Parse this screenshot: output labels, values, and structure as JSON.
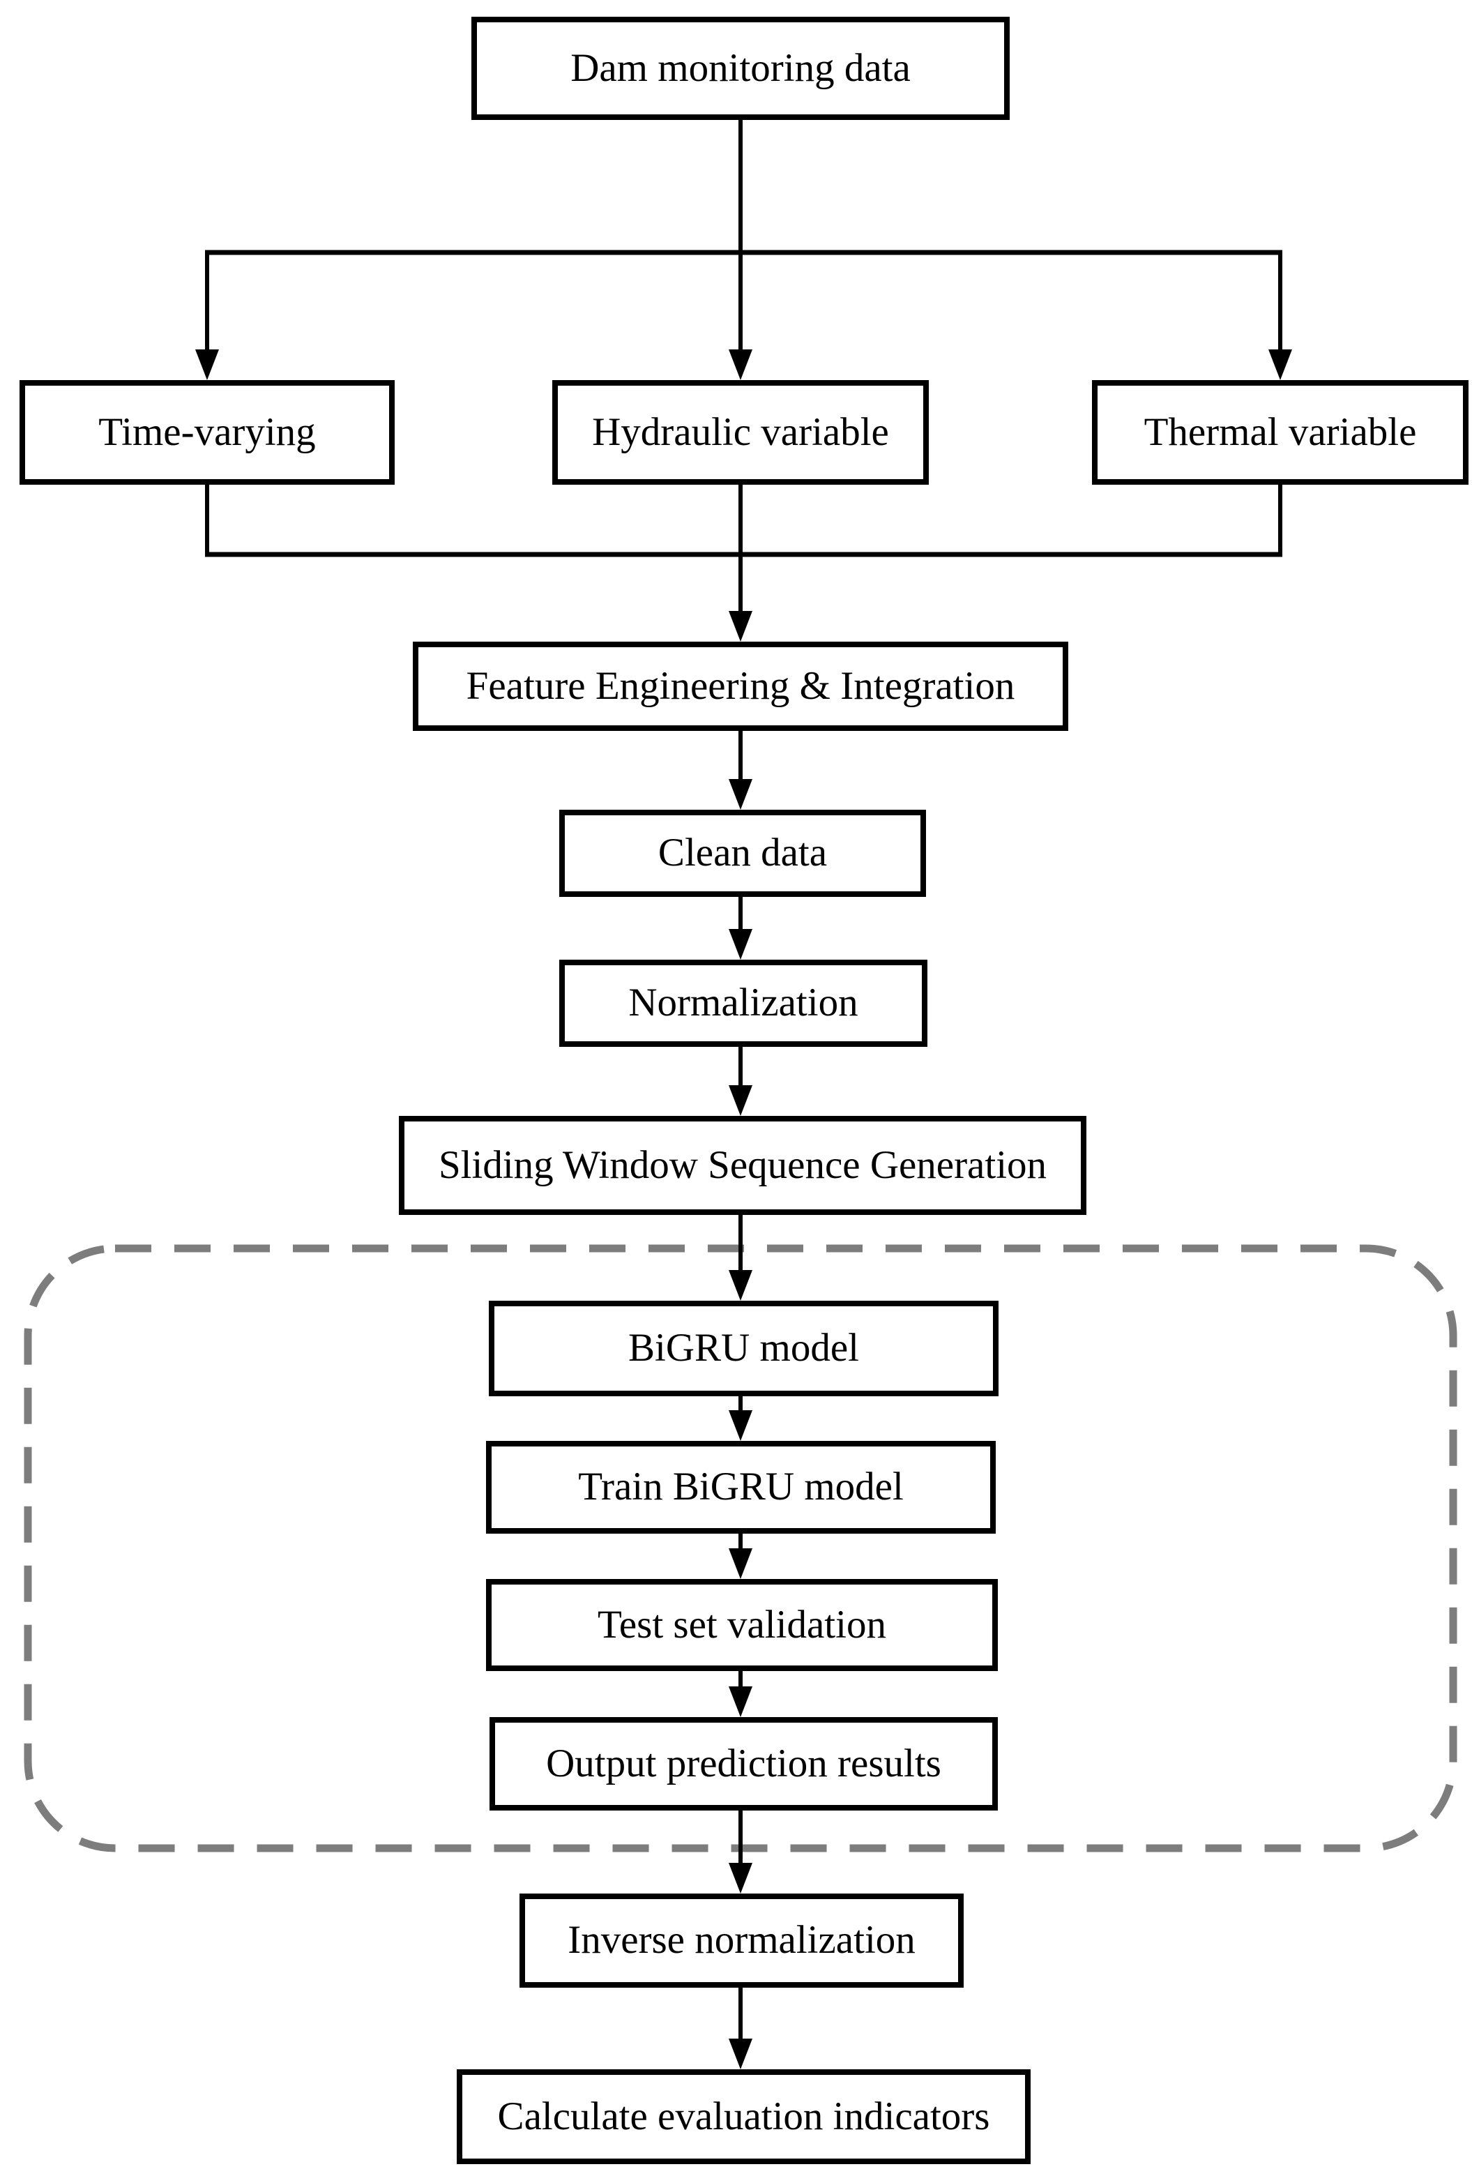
{
  "diagram": {
    "type": "flowchart",
    "colors": {
      "background": "#ffffff",
      "node_border": "#000000",
      "node_fill": "#ffffff",
      "node_text": "#000000",
      "connector": "#000000",
      "group_outline": "#7d7d7d"
    },
    "nodes": {
      "dam_monitoring_data": {
        "label": "Dam monitoring data"
      },
      "time_varying": {
        "label": "Time-varying"
      },
      "hydraulic_variable": {
        "label": "Hydraulic variable"
      },
      "thermal_variable": {
        "label": "Thermal variable"
      },
      "feature_engineering_integration": {
        "label": "Feature Engineering & Integration"
      },
      "clean_data": {
        "label": "Clean data"
      },
      "normalization": {
        "label": "Normalization"
      },
      "sliding_window_sequence_generation": {
        "label": "Sliding Window Sequence Generation"
      },
      "bigru_model": {
        "label": "BiGRU model"
      },
      "train_bigru_model": {
        "label": "Train BiGRU model"
      },
      "test_set_validation": {
        "label": "Test set validation"
      },
      "output_prediction_results": {
        "label": "Output prediction results"
      },
      "inverse_normalization": {
        "label": "Inverse normalization"
      },
      "calculate_evaluation_indicators": {
        "label": "Calculate evaluation indicators"
      }
    },
    "edges": [
      {
        "from": "dam_monitoring_data",
        "to": "time_varying"
      },
      {
        "from": "dam_monitoring_data",
        "to": "hydraulic_variable"
      },
      {
        "from": "dam_monitoring_data",
        "to": "thermal_variable"
      },
      {
        "from": "time_varying",
        "to": "feature_engineering_integration"
      },
      {
        "from": "hydraulic_variable",
        "to": "feature_engineering_integration"
      },
      {
        "from": "thermal_variable",
        "to": "feature_engineering_integration"
      },
      {
        "from": "feature_engineering_integration",
        "to": "clean_data"
      },
      {
        "from": "clean_data",
        "to": "normalization"
      },
      {
        "from": "normalization",
        "to": "sliding_window_sequence_generation"
      },
      {
        "from": "sliding_window_sequence_generation",
        "to": "bigru_model"
      },
      {
        "from": "bigru_model",
        "to": "train_bigru_model"
      },
      {
        "from": "train_bigru_model",
        "to": "test_set_validation"
      },
      {
        "from": "test_set_validation",
        "to": "output_prediction_results"
      },
      {
        "from": "output_prediction_results",
        "to": "inverse_normalization"
      },
      {
        "from": "inverse_normalization",
        "to": "calculate_evaluation_indicators"
      }
    ],
    "group": {
      "style": "dashed-rounded-rectangle",
      "contains": [
        "bigru_model",
        "train_bigru_model",
        "test_set_validation",
        "output_prediction_results"
      ]
    }
  }
}
